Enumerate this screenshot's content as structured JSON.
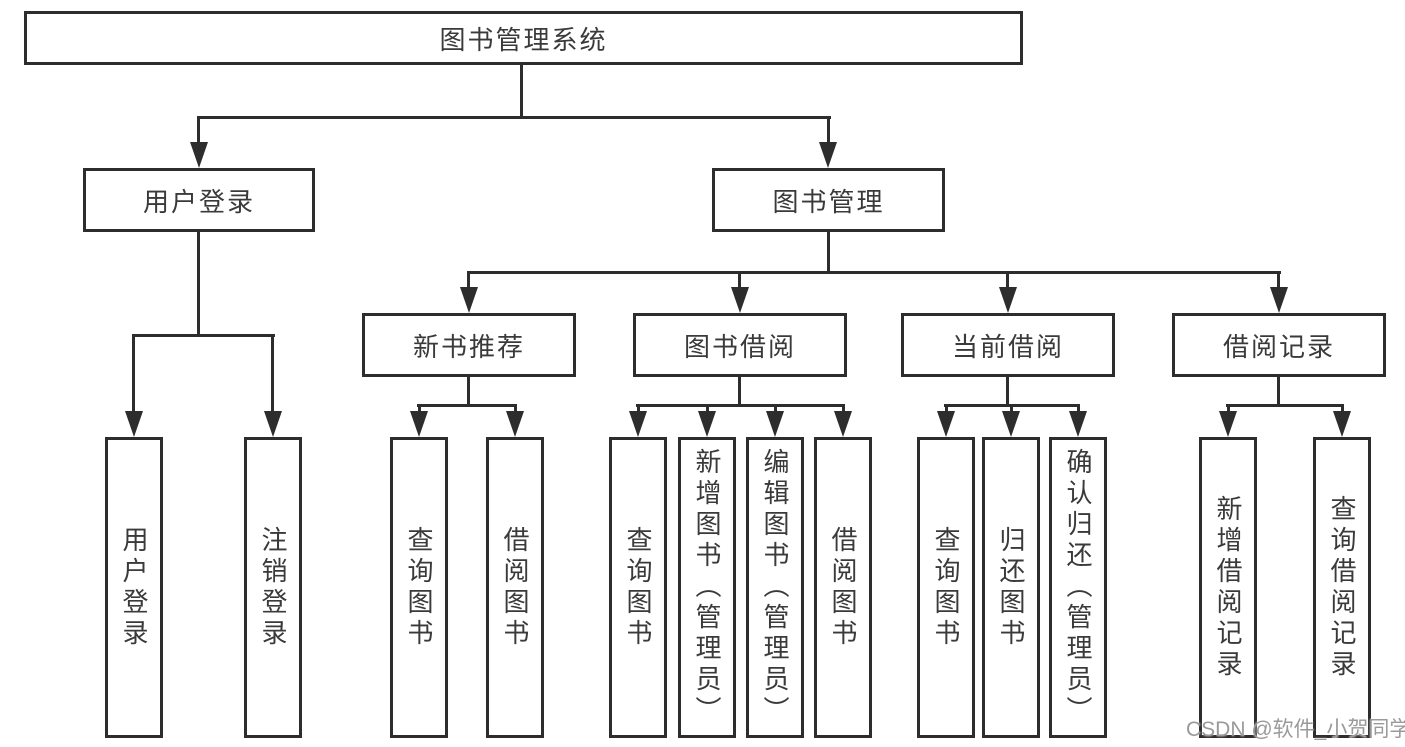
{
  "diagram_title": "图书管理系统",
  "watermark": "CSDN @软件_小贺同学",
  "colors": {
    "line": "#2d2d2d",
    "box_border": "#2d2d2d",
    "text": "#3a3a3a",
    "watermark_text": "#9a9a9a",
    "background": "#ffffff"
  },
  "nodes": {
    "root": {
      "label": "图书管理系统",
      "level": 1
    },
    "user_login": {
      "label": "用户登录",
      "level": 2,
      "parent": "图书管理系统"
    },
    "book_management": {
      "label": "图书管理",
      "level": 2,
      "parent": "图书管理系统"
    },
    "new_book_recommend": {
      "label": "新书推荐",
      "level": 3,
      "parent": "图书管理"
    },
    "book_borrowing": {
      "label": "图书借阅",
      "level": 3,
      "parent": "图书管理"
    },
    "current_borrowing": {
      "label": "当前借阅",
      "level": 3,
      "parent": "图书管理"
    },
    "borrowing_records": {
      "label": "借阅记录",
      "level": 3,
      "parent": "图书管理"
    },
    "leaf_user_login": {
      "label": "用户登录",
      "level": 4,
      "parent": "用户登录"
    },
    "leaf_logout": {
      "label": "注销登录",
      "level": 4,
      "parent": "用户登录"
    },
    "leaf_query_book_recommend": {
      "label": "查询图书",
      "level": 4,
      "parent": "新书推荐"
    },
    "leaf_borrow_book_recommend": {
      "label": "借阅图书",
      "level": 4,
      "parent": "新书推荐"
    },
    "leaf_query_book_borrowing": {
      "label": "查询图书",
      "level": 4,
      "parent": "图书借阅"
    },
    "leaf_add_book": {
      "label": "新增图书（管理员）",
      "level": 4,
      "parent": "图书借阅"
    },
    "leaf_edit_book": {
      "label": "编辑图书（管理员）",
      "level": 4,
      "parent": "图书借阅"
    },
    "leaf_borrow_book_borrowing": {
      "label": "借阅图书",
      "level": 4,
      "parent": "图书借阅"
    },
    "leaf_query_book_current": {
      "label": "查询图书",
      "level": 4,
      "parent": "当前借阅"
    },
    "leaf_return_book": {
      "label": "归还图书",
      "level": 4,
      "parent": "当前借阅"
    },
    "leaf_confirm_return": {
      "label": "确认归还（管理员）",
      "level": 4,
      "parent": "当前借阅"
    },
    "leaf_add_borrow_record": {
      "label": "新增借阅记录",
      "level": 4,
      "parent": "借阅记录"
    },
    "leaf_query_borrow_record": {
      "label": "查询借阅记录",
      "level": 4,
      "parent": "借阅记录"
    }
  }
}
